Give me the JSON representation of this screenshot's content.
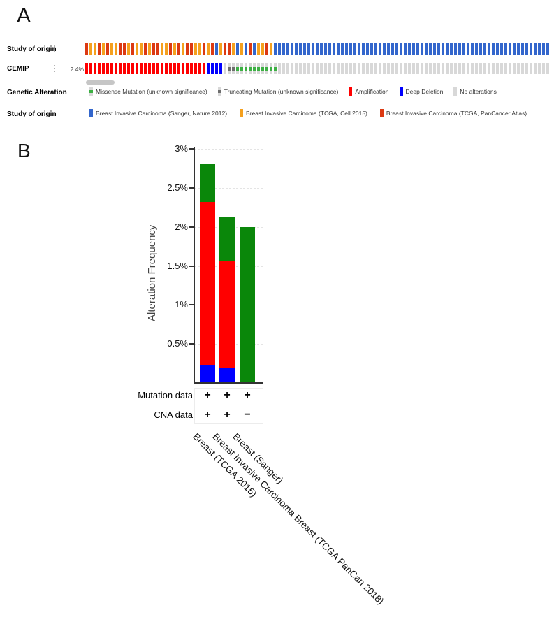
{
  "panelA": {
    "label": "A",
    "row_study": {
      "label": "Study of origin"
    },
    "row_gene": {
      "label": "CEMIP",
      "percent": "2.4%"
    },
    "genetic_alteration_label": "Genetic Alteration",
    "study_origin_legend_label": "Study of origin",
    "tracks": {
      "study": {
        "pattern": "PCCPCPCCPPCPCCPCPPCCPCPCPPCCPCPSCPPCSCSPSCCPC",
        "fill": "S",
        "total": 111
      },
      "cemip": {
        "pattern": "AAAAAAAAAAAAAAAAAAAAAAAAAAAAADDDDNTTMMMMMMMMMM",
        "fill": "N",
        "total": 111
      }
    },
    "glyphs": {
      "P": {
        "fill": "pancancer"
      },
      "C": {
        "fill": "cell2015"
      },
      "S": {
        "fill": "sanger"
      },
      "A": {
        "fill": "amplification"
      },
      "D": {
        "fill": "deep_deletion"
      },
      "N": {
        "fill": "no_alteration"
      },
      "T": {
        "fill": "no_alteration",
        "center": "truncating_gray"
      },
      "M": {
        "fill": "no_alteration",
        "center": "missense_green"
      }
    },
    "genetic_alteration_legend": [
      {
        "label": "Missense Mutation (unknown significance)",
        "chip": {
          "bg": "no_alteration",
          "center": "missense_green"
        }
      },
      {
        "label": "Truncating Mutation (unknown significance)",
        "chip": {
          "bg": "no_alteration",
          "center": "truncating_gray"
        }
      },
      {
        "label": "Amplification",
        "chip": {
          "bg": "amplification"
        }
      },
      {
        "label": "Deep Deletion",
        "chip": {
          "bg": "deep_deletion"
        }
      },
      {
        "label": "No alterations",
        "chip": {
          "bg": "no_alteration"
        }
      }
    ],
    "study_origin_legend": [
      {
        "label": "Breast Invasive Carcinoma (Sanger, Nature 2012)",
        "chip": {
          "bg": "sanger"
        }
      },
      {
        "label": "Breast Invasive Carcinoma (TCGA, Cell 2015)",
        "chip": {
          "bg": "cell2015"
        }
      },
      {
        "label": "Breast Invasive Carcinoma (TCGA, PanCancer Atlas)",
        "chip": {
          "bg": "pancancer"
        }
      }
    ]
  },
  "panelB": {
    "label": "B"
  },
  "colors": {
    "pancancer": "#DC3912",
    "cell2015": "#F5A01E",
    "sanger": "#3366CC",
    "amplification": "#FF0000",
    "deep_deletion": "#0000FF",
    "missense_green": "#3CB043",
    "truncating_gray": "#6E6E6E",
    "no_alteration": "#D8D8D8",
    "bar_green": "#0A870A",
    "bar_red": "#FF0000",
    "bar_blue": "#0000FF"
  },
  "chart_data": {
    "type": "bar",
    "stacked": true,
    "title": "",
    "ylabel": "Alteration Frequency",
    "xlabel": "",
    "ylim": [
      0,
      3
    ],
    "grid": true,
    "yticks": [
      {
        "v": 0.5,
        "label": "0.5%"
      },
      {
        "v": 1.0,
        "label": "1%"
      },
      {
        "v": 1.5,
        "label": "1.5%"
      },
      {
        "v": 2.0,
        "label": "2%"
      },
      {
        "v": 2.5,
        "label": "2.5%"
      },
      {
        "v": 3.0,
        "label": "3%"
      }
    ],
    "categories": [
      "Breast (TCGA 2015)",
      "Breast Invasive Carcinoma Breast (TCGA PanCan 2018)",
      "Breast (Sanger)"
    ],
    "series": [
      {
        "name": "Deep Deletion",
        "color": "#0000FF",
        "values": [
          0.23,
          0.19,
          0
        ]
      },
      {
        "name": "Amplification",
        "color": "#FF0000",
        "values": [
          2.09,
          1.37,
          0
        ]
      },
      {
        "name": "Mutation",
        "color": "#0A870A",
        "values": [
          0.49,
          0.56,
          2.0
        ]
      }
    ],
    "totals": [
      2.81,
      2.12,
      2.0
    ],
    "mutation_row": {
      "label": "Mutation data",
      "values": [
        "+",
        "+",
        "+"
      ]
    },
    "cna_row": {
      "label": "CNA data",
      "values": [
        "+",
        "+",
        "−"
      ]
    }
  }
}
